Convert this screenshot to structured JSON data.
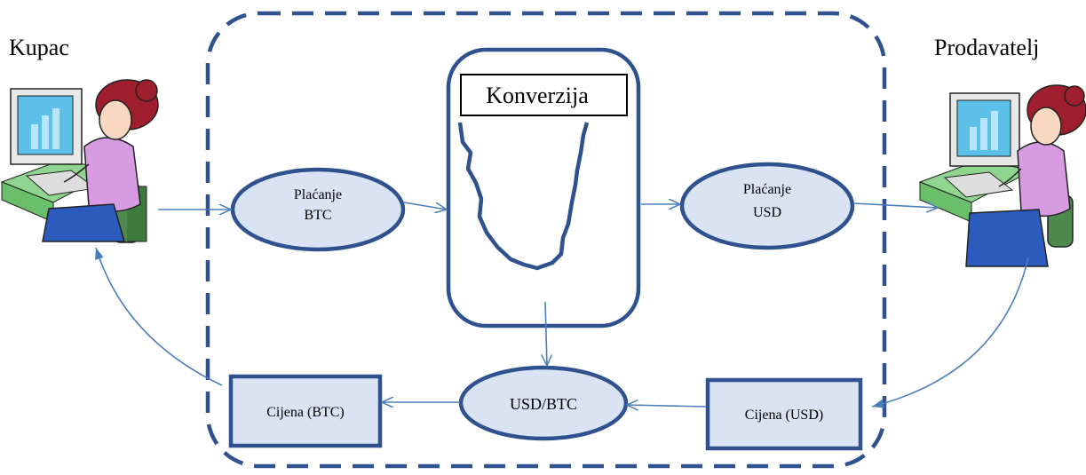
{
  "actors": {
    "buyer": "Kupac",
    "seller": "Prodavatelj"
  },
  "nodes": {
    "payment_btc": [
      "Plaćanje",
      "BTC"
    ],
    "conversion": "Konverzija",
    "payment_usd": [
      "Plaćanje",
      "USD"
    ],
    "rate": "USD/BTC",
    "price_btc": "Cijena (BTC)",
    "price_usd": "Cijena (USD)"
  },
  "colors": {
    "outline": "#2F528F",
    "fill": "#DAE3F3",
    "arrow": "#4A7EBB"
  }
}
